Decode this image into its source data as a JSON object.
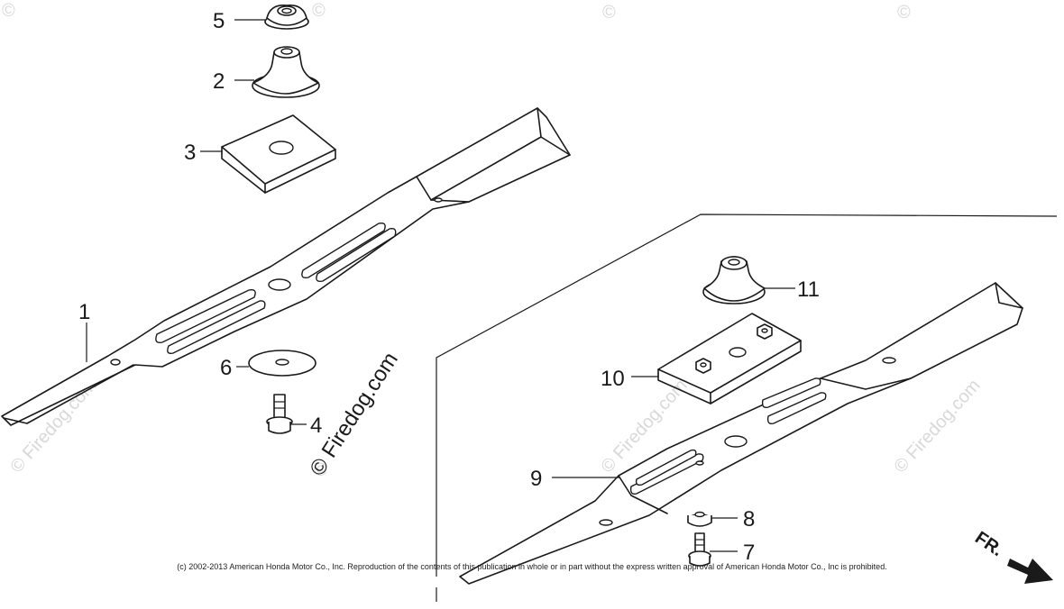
{
  "watermark": {
    "brand": "© Firedog.com",
    "faint_marks": [
      "©",
      "©",
      "©",
      "©",
      "© Firedog.com",
      "© Firedog.com",
      "© Firedog.com",
      "©",
      "©"
    ]
  },
  "callouts": {
    "c1": "1",
    "c2": "2",
    "c3": "3",
    "c4": "4",
    "c5": "5",
    "c6": "6",
    "c7": "7",
    "c8": "8",
    "c9": "9",
    "c10": "10",
    "c11": "11"
  },
  "direction_label": "FR.",
  "copyright": "(c) 2002-2013 American Honda Motor Co., Inc. Reproduction of the contents of this publication in whole or in part without the express written approval of American Honda Motor Co., Inc is prohibited.",
  "colors": {
    "ink": "#1a1a1a",
    "watermark": "#d8d8d8",
    "background": "#ffffff"
  }
}
